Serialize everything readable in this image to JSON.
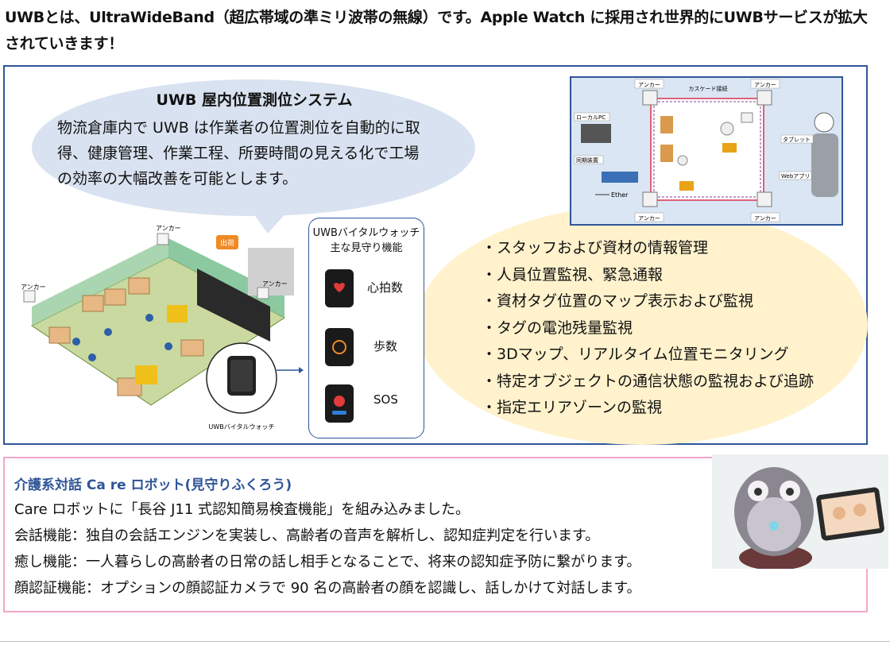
{
  "intro": {
    "line1": "UWBとは、UltraWideBand（超広帯域の準ミリ波帯の無線）です。Apple Watch に採用され世界的にUWBサービスが拡大",
    "line2": "されていきます！"
  },
  "uwb": {
    "title": "UWB 屋内位置測位システム",
    "description_lines": [
      "物流倉庫内で UWB は作業者の位置測位を自動的に取",
      "得、健康管理、作業工程、所要時間の見える化で工場",
      "の効率の大幅改善を可能とします。"
    ],
    "features": [
      "・スタッフおよび資材の情報管理",
      "・人員位置監視、緊急通報",
      "・資材タグ位置のマップ表示および監視",
      "・タグの電池残量監視",
      "・3Dマップ、リアルタイム位置モニタリング",
      "・特定オブジェクトの通信状態の監視および追跡",
      "・指定エリアゾーンの監視"
    ],
    "diagram": {
      "anchor": "アンカー",
      "cascade": "カスケード接続",
      "local_pc": "ローカルPC",
      "sync": "同期装置",
      "ether": "Ether",
      "tablet": "タブレット",
      "webapp": "Webアプリ"
    },
    "warehouse": {
      "anchor": "アンカー",
      "exit": "出荷",
      "watch_caption": "UWBバイタルウォッチ"
    },
    "watch_panel": {
      "title_line1": "UWBバイタルウォッチ",
      "title_line2": "主な見守り機能",
      "items": [
        "心拍数",
        "歩数",
        "SOS"
      ]
    }
  },
  "care": {
    "title": "介護系対話 Ca re ロボット(見守りふくろう)",
    "lines": [
      "Care ロボットに「長谷 J11 式認知簡易検査機能」を組み込みました。",
      "会話機能：独自の会話エンジンを実装し、高齢者の音声を解析し、認知症判定を行います。",
      "癒し機能：一人暮らしの高齢者の日常の話し相手となることで、将来の認知症予防に繋がります。",
      "顔認証機能：オプションの顔認証カメラで 90 名の高齢者の顔を認識し、話しかけて対話します。"
    ]
  }
}
